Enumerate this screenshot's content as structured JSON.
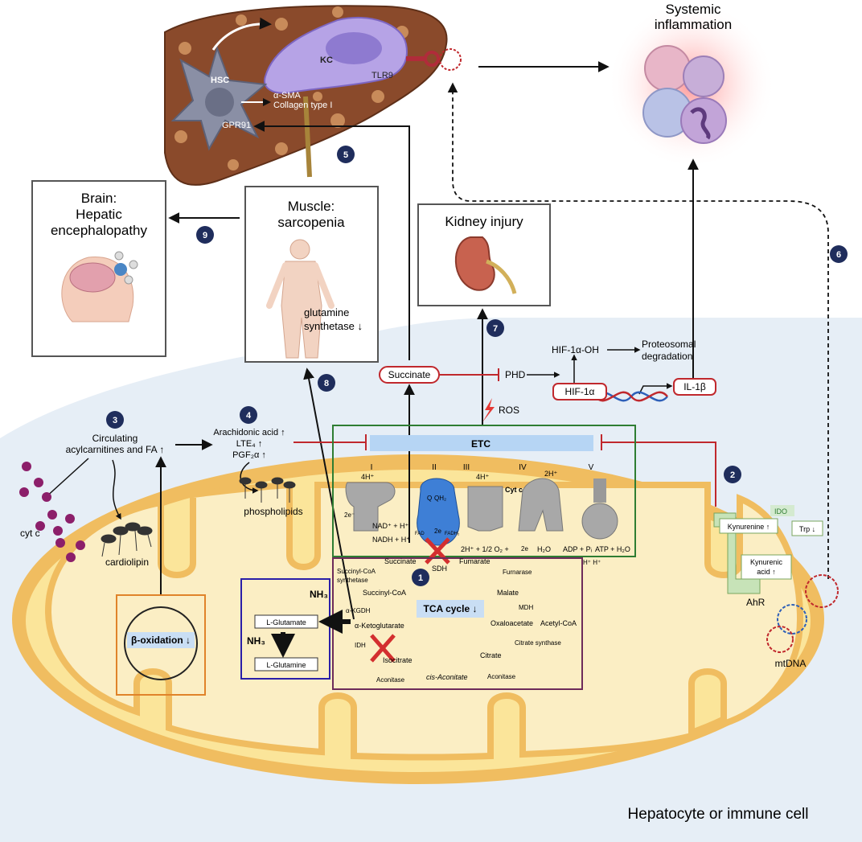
{
  "liver": {
    "hsc_label": "HSC",
    "kc_label": "KC",
    "tlr9_label": "TLR9",
    "asma_label": "α-SMA",
    "collagen_label": "Collagen type I",
    "gpr91_label": "GPR91"
  },
  "systemic": {
    "title_line1": "Systemic",
    "title_line2": "inflammation"
  },
  "boxes": {
    "brain_title1": "Brain:",
    "brain_title2": "Hepatic",
    "brain_title3": "encephalopathy",
    "muscle_title1": "Muscle:",
    "muscle_title2": "sarcopenia",
    "muscle_note1": "glutamine",
    "muscle_note2": "synthetase ↓",
    "kidney_title": "Kidney injury"
  },
  "steps": {
    "s1": "1",
    "s2": "2",
    "s3": "3",
    "s4": "4",
    "s5": "5",
    "s6": "6",
    "s7": "7",
    "s8": "8",
    "s9": "9"
  },
  "hif": {
    "succinate": "Succinate",
    "phd": "PHD",
    "hif_oh": "HIF-1α-OH",
    "proteo1": "Proteosomal",
    "proteo2": "degradation",
    "hif1a": "HIF-1α",
    "il1b": "IL-1β",
    "ros": "ROS"
  },
  "lipids": {
    "circ1": "Circulating",
    "circ2": "acylcarnitines and FA ↑",
    "arach": "Arachidonic acid ↑",
    "lte4": "LTE₄ ↑",
    "pgf": "PGF₂α ↑",
    "phospholipids": "phospholipids",
    "cytc": "cyt c",
    "cardiolipin": "cardiolipin",
    "beta_ox": "β-oxidation ↓"
  },
  "etc": {
    "label": "ETC",
    "c1": "I",
    "c2": "II",
    "c3": "III",
    "c4": "IV",
    "c5": "V",
    "h4a": "4H⁺",
    "h4b": "4H⁺",
    "h2": "2H⁺",
    "nad": "NAD⁺ + H⁺",
    "nadh": "NADH + H⁺",
    "q": "Q",
    "qh2": "QH₂",
    "cytc": "Cyt c",
    "e2a": "2e⁻",
    "e2b": "2e",
    "e2c": "2e",
    "fad": "FAD",
    "fadh2": "FADH₂",
    "o2": "2H⁺ + 1/2 O₂ +",
    "h2o": "H₂O",
    "adp": "ADP + Pᵢ",
    "atp": "ATP + H₂O",
    "hh": "H⁺  H⁺"
  },
  "tca": {
    "title": "TCA cycle ↓",
    "succinate": "Succinate",
    "sdh": "SDH",
    "fumarate": "Fumarate",
    "fumarase": "Furnarase",
    "malate": "Malate",
    "mdh": "MDH",
    "oxaloacetate": "Oxaloacetate",
    "acetylcoa": "Acetyl-CoA",
    "citrate_synthase": "Citrate synthase",
    "citrate": "Citrate",
    "aconitase1": "Aconitase",
    "cisaconitate": "cis-Aconitate",
    "aconitase2": "Aconitase",
    "isocitrate": "Isocitrate",
    "idh": "IDH",
    "akg": "α-Ketoglutarate",
    "akgdh": "α-KGDH",
    "succinylcoa": "Succinyl-CoA",
    "scs1": "Succinyl-CoA",
    "scs2": "synthetase"
  },
  "glutamine": {
    "nh3a": "NH₃",
    "glutamate": "L-Glutamate",
    "nh3b": "NH₃",
    "glutamine": "L-Glutamine"
  },
  "ahr": {
    "ido": "IDO",
    "kynurenine": "Kynurenine ↑",
    "trp": "Trp ↓",
    "kyn_acid1": "Kynurenic",
    "kyn_acid2": "acid ↑",
    "ahr": "AhR",
    "mtdna": "mtDNA"
  },
  "cell_label": "Hepatocyte or immune cell",
  "colors": {
    "accent_red": "#c0282d",
    "etc_green": "#2e7d32",
    "tca_purple": "#6d2b5a",
    "glut_blue": "#2a1fa8",
    "beta_orange": "#e0832a",
    "step_navy": "#1f2d5c",
    "mito_fill": "#fbe59a",
    "mito_edge": "#f1c066"
  }
}
